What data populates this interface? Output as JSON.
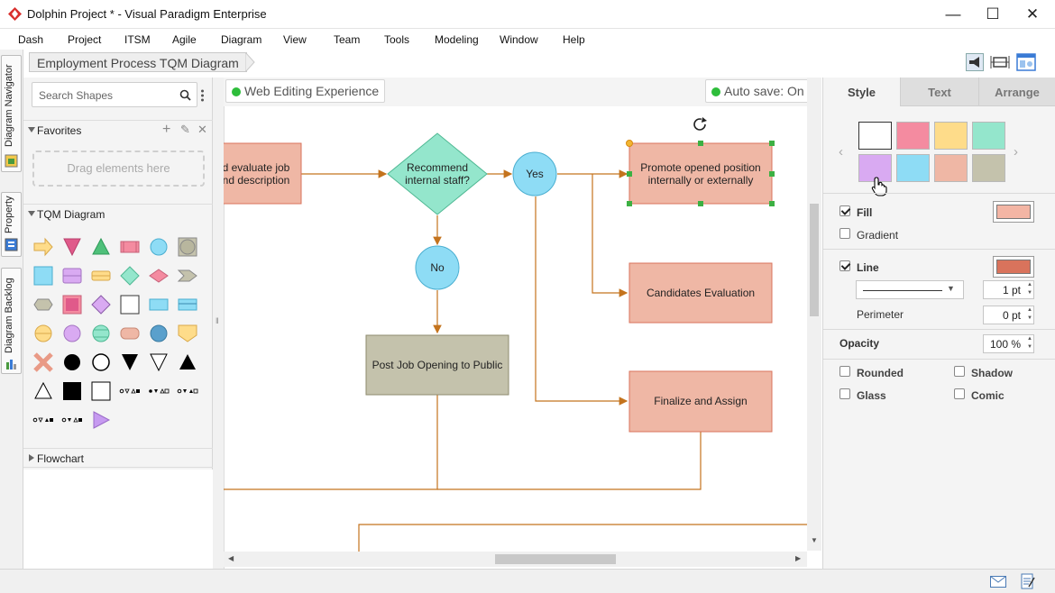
{
  "window": {
    "title": "Dolphin Project * - Visual Paradigm Enterprise",
    "controls": {
      "minimize": "—",
      "maximize": "☐",
      "close": "✕"
    }
  },
  "menu": [
    "Dash",
    "Project",
    "ITSM",
    "Agile",
    "Diagram",
    "View",
    "Team",
    "Tools",
    "Modeling",
    "Window",
    "Help"
  ],
  "side_tabs": [
    "Diagram Navigator",
    "Property",
    "Diagram Backlog"
  ],
  "breadcrumb": "Employment Process TQM Diagram",
  "palette": {
    "search_placeholder": "Search Shapes",
    "favorites_label": "Favorites",
    "dropzone_text": "Drag elements here",
    "tqm_label": "TQM Diagram",
    "flowchart_label": "Flowchart"
  },
  "canvas": {
    "pill_left": "Web Editing Experience",
    "pill_right": "Auto save: On",
    "nodes": {
      "evaluate": "d evaluate job\nnd description",
      "recommend": "Recommend\ninternal staff?",
      "yes": "Yes",
      "no": "No",
      "promote": "Promote opened position\ninternally or externally",
      "candidates": "Candidates Evaluation",
      "post_job": "Post Job Opening to Public",
      "finalize": "Finalize and Assign"
    }
  },
  "right_panel": {
    "tabs": [
      "Style",
      "Text",
      "Arrange"
    ],
    "swatches": [
      "#ffffff",
      "#f48ba0",
      "#fedc8a",
      "#94e6cc",
      "#d9aaf2",
      "#8edcf5",
      "#efb7a5",
      "#c4c2ac"
    ],
    "fill_label": "Fill",
    "fill_color": "#f3b5a4",
    "gradient_label": "Gradient",
    "line_label": "Line",
    "line_color": "#d9735c",
    "line_width": "1 pt",
    "perimeter_label": "Perimeter",
    "perimeter_value": "0 pt",
    "opacity_label": "Opacity",
    "opacity_value": "100 %",
    "options": [
      "Rounded",
      "Shadow",
      "Glass",
      "Comic"
    ]
  }
}
